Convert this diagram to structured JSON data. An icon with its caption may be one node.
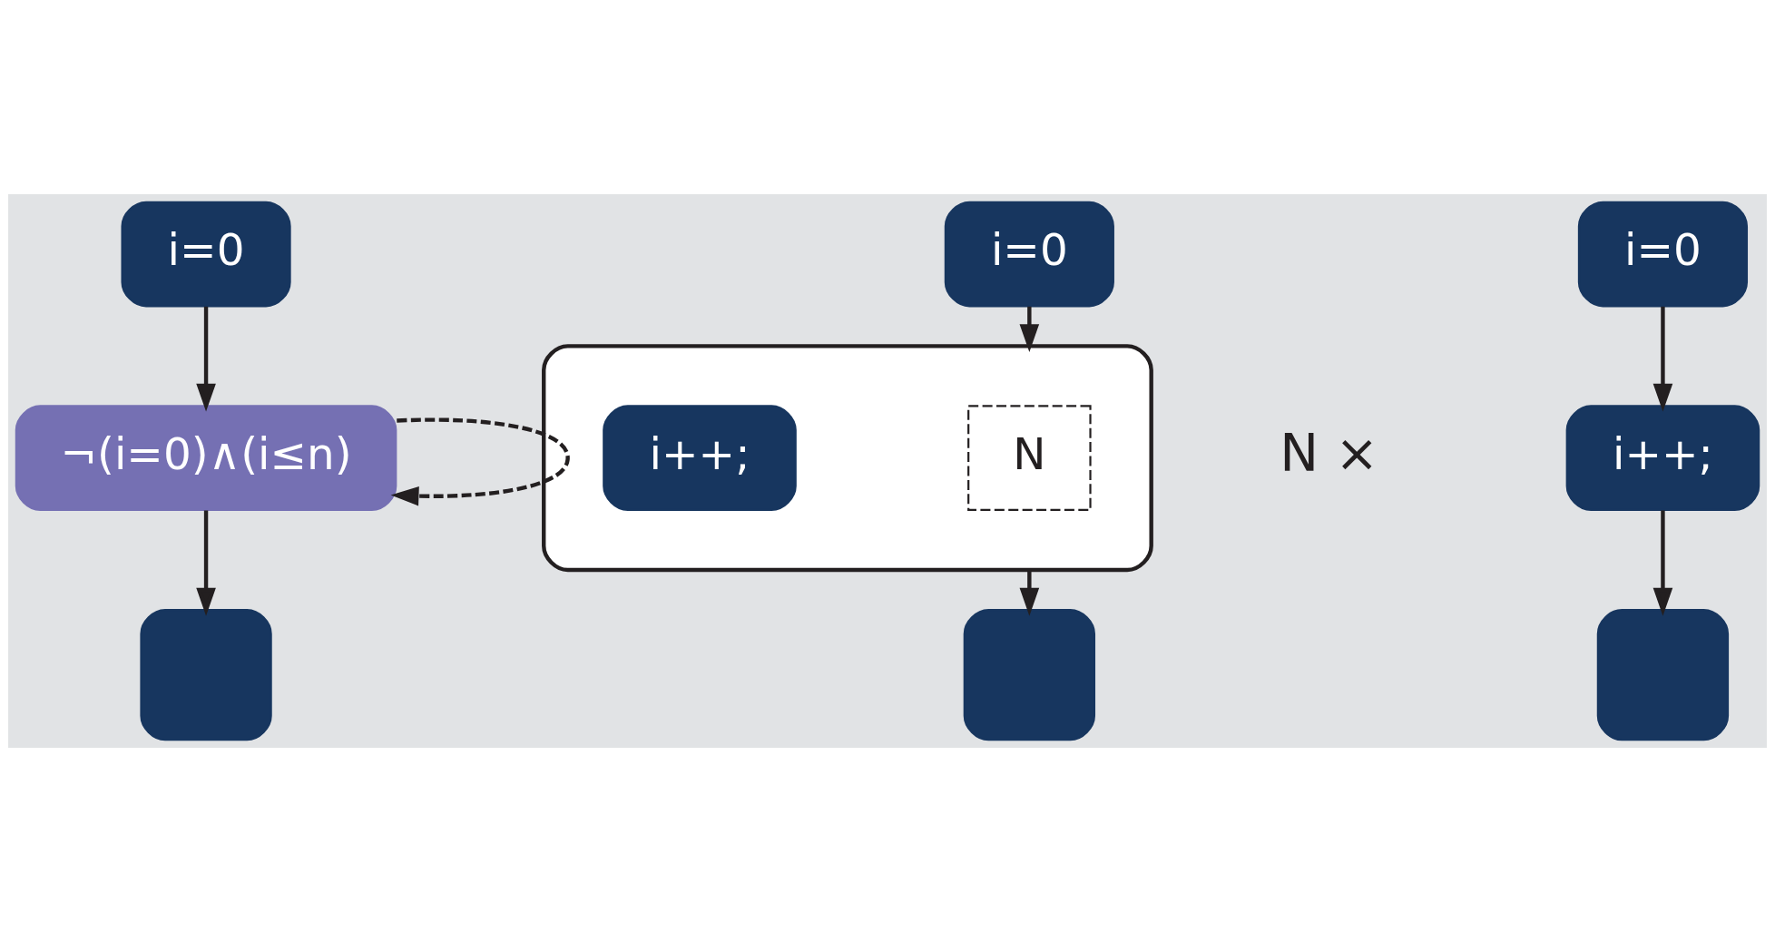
{
  "diagram": {
    "nodes": [
      {
        "text": [
          "i=0"
        ]
      },
      {
        "text": [
          "¬(i=0)∧(i≤n)"
        ]
      },
      {
        "text": [],
        "shape": "box"
      },
      {
        "text": [
          "i=0"
        ]
      },
      {
        "text": [],
        "shape": "box"
      },
      {
        "text": [
          "N"
        ],
        "in": 4
      },
      {
        "text": [
          "i++;"
        ],
        "in": 4
      },
      {
        "text": [],
        "shape": "box"
      },
      {
        "text": [
          "i=0"
        ]
      },
      {
        "text": [
          "i++;"
        ],
        "beside": [
          "N ×"
        ]
      },
      {
        "text": [],
        "shape": "box"
      }
    ],
    "edges": [
      {
        "from": 0,
        "to": 1,
        "arrow": "to"
      },
      {
        "from": 1,
        "to": 1,
        "arrow": "to",
        "style": "dashed"
      },
      {
        "from": 1,
        "to": 2,
        "arrow": "to"
      },
      {
        "from": 3,
        "to": 4,
        "arrow": "to"
      },
      {
        "from": 4,
        "to": 7,
        "arrow": "to"
      },
      {
        "from": 8,
        "to": 9,
        "arrow": "to"
      },
      {
        "from": 9,
        "to": 10,
        "arrow": "to"
      }
    ]
  }
}
